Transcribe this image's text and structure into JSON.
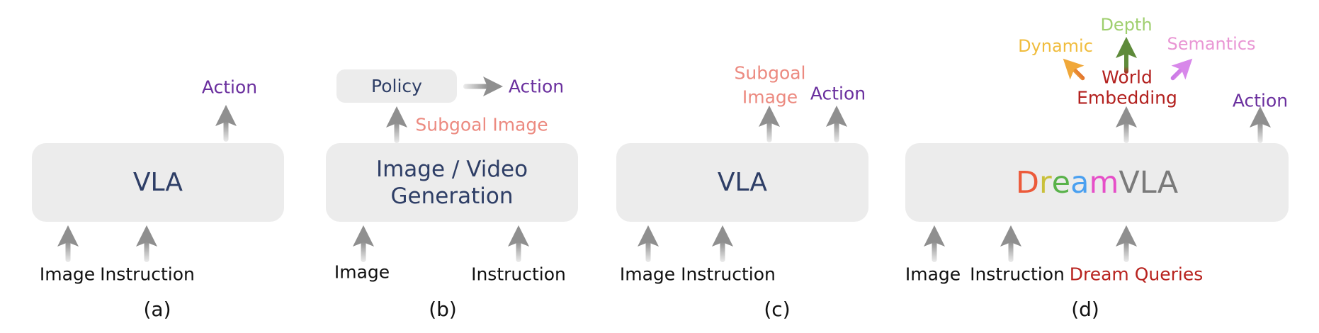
{
  "figure": {
    "panels": [
      {
        "id": "a",
        "caption": "(a)",
        "main_box": "VLA",
        "inputs": [
          "Image",
          "Instruction"
        ],
        "outputs": [
          "Action"
        ]
      },
      {
        "id": "b",
        "caption": "(b)",
        "main_box_lines": [
          "Image / Video",
          "Generation"
        ],
        "policy_box": "Policy",
        "intermediate": "Subgoal Image",
        "inputs": [
          "Image",
          "Instruction"
        ],
        "outputs": [
          "Action"
        ]
      },
      {
        "id": "c",
        "caption": "(c)",
        "main_box": "VLA",
        "inputs": [
          "Image",
          "Instruction"
        ],
        "outputs_subgoal_lines": [
          "Subgoal",
          "Image"
        ],
        "outputs": [
          "Action"
        ]
      },
      {
        "id": "d",
        "caption": "(d)",
        "main_box_dream_letters": [
          "D",
          "r",
          "e",
          "a",
          "m"
        ],
        "main_box_suffix": "VLA",
        "inputs": [
          "Image",
          "Instruction",
          "Dream Queries"
        ],
        "world_embedding_lines": [
          "World",
          "Embedding"
        ],
        "predictions": [
          "Dynamic",
          "Depth",
          "Semantics"
        ],
        "outputs": [
          "Action"
        ]
      }
    ]
  },
  "colors": {
    "box_fill": "#ececec",
    "box_text": "#2e3e66",
    "action": "#6a2f9e",
    "subgoal": "#ec8a80",
    "dream_queries": "#b8231f",
    "world_embedding": "#b3211f",
    "dynamic": "#f0bc3c",
    "depth": "#9fcf6e",
    "semantics": "#e996d4",
    "vla_suffix": "#7a7a7a",
    "dream_letters": [
      "#ec5a3a",
      "#c9c03a",
      "#59b24a",
      "#4aa0f0",
      "#e64fc8"
    ]
  }
}
